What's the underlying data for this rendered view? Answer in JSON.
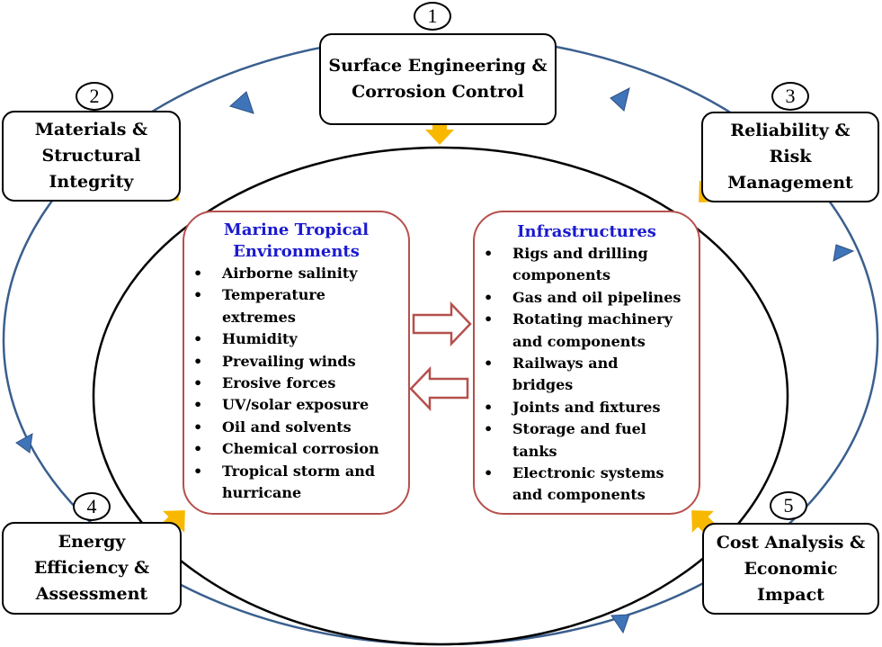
{
  "diagram": {
    "colors": {
      "cycle_line": "#3a5f8e",
      "cycle_arrowhead": "#3f74b9",
      "input_arrow": "#f8b800",
      "panel_border": "#b5504d",
      "panel_title": "#1a1acf",
      "box_border": "#000000"
    },
    "stages": [
      {
        "number": "1",
        "lines": [
          "Surface Engineering &",
          "Corrosion Control"
        ]
      },
      {
        "number": "2",
        "lines": [
          "Materials &",
          "Structural",
          "Integrity"
        ]
      },
      {
        "number": "3",
        "lines": [
          "Reliability &",
          "Risk",
          "Management"
        ]
      },
      {
        "number": "4",
        "lines": [
          "Energy",
          "Efficiency &",
          "Assessment"
        ]
      },
      {
        "number": "5",
        "lines": [
          "Cost Analysis &",
          "Economic",
          "Impact"
        ]
      }
    ],
    "environments": {
      "title_lines": [
        "Marine Tropical",
        "Environments"
      ],
      "items": [
        "Airborne salinity",
        "Temperature extremes",
        "Humidity",
        "Prevailing winds",
        "Erosive forces",
        "UV/solar exposure",
        "Oil and solvents",
        "Chemical corrosion",
        "Tropical storm and hurricane"
      ]
    },
    "infrastructures": {
      "title": "Infrastructures",
      "items": [
        "Rigs and drilling components",
        "Gas and oil pipelines",
        "Rotating machinery and components",
        "Railways and bridges",
        "Joints and fixtures",
        "Storage and fuel tanks",
        "Electronic systems and components"
      ]
    },
    "flows": [
      {
        "from": "environments",
        "to": "infrastructures",
        "icon": "right-hollow-arrow-icon"
      },
      {
        "from": "infrastructures",
        "to": "environments",
        "icon": "left-hollow-arrow-icon"
      }
    ]
  }
}
